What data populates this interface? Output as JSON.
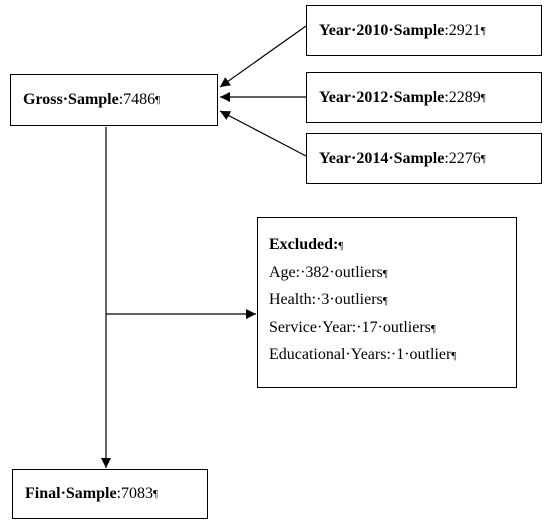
{
  "gross": {
    "label": "Gross·Sample",
    "value": ":7486",
    "pil": "¶"
  },
  "years": [
    {
      "label": "Year·2010·Sample",
      "value": ":2921",
      "pil": "¶"
    },
    {
      "label": "Year·2012·Sample",
      "value": ":2289",
      "pil": "¶"
    },
    {
      "label": "Year·2014·Sample",
      "value": ":2276",
      "pil": "¶"
    }
  ],
  "excluded": {
    "title": "Excluded:",
    "pil": "¶",
    "lines": [
      "Age:·382·outliers",
      "Health:·3·outliers",
      "Service·Year:·17·outliers",
      "Educational·Years:·1·outlier"
    ]
  },
  "final": {
    "label": "Final·Sample",
    "value": ":7083",
    "pil": "¶"
  }
}
